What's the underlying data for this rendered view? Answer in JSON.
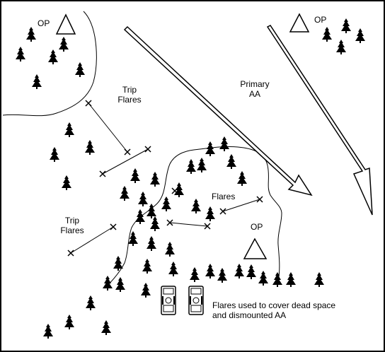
{
  "labels": {
    "op_top_left": "OP",
    "op_top_right": "OP",
    "op_bottom": "OP",
    "primary_aa_line1": "Primary",
    "primary_aa_line2": "AA",
    "trip_flares_top_line1": "Trip",
    "trip_flares_top_line2": "Flares",
    "flares_center": "Flares",
    "trip_flares_left_line1": "Trip",
    "trip_flares_left_line2": "Flares",
    "note_line1": "Flares used to cover dead space",
    "note_line2": "and dismounted AA"
  },
  "colors": {
    "ink": "#000000",
    "background": "#ffffff"
  },
  "icons": [
    "tree-icon",
    "observation-post-triangle-icon",
    "vehicle-icon",
    "flare-x-icon",
    "direction-arrow-icon"
  ]
}
